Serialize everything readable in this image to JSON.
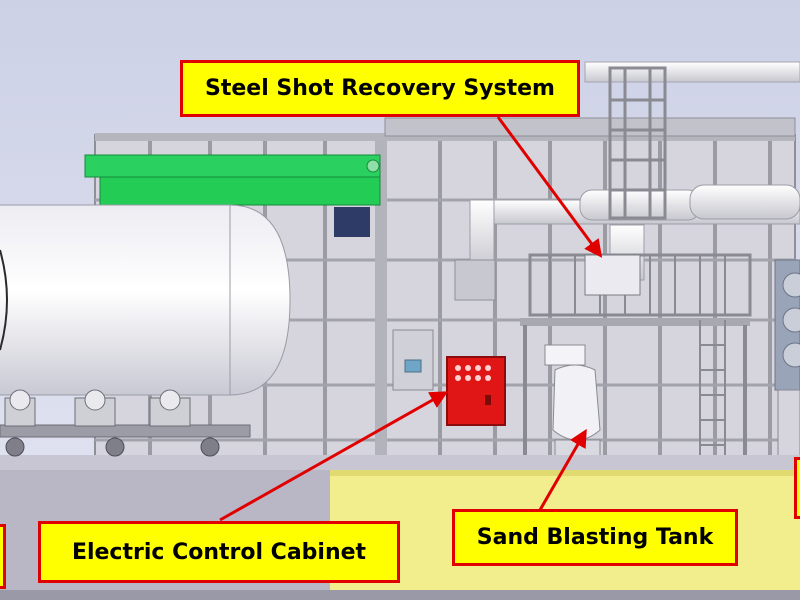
{
  "diagram": {
    "callouts": [
      {
        "id": "steel-shot",
        "text": "Steel Shot Recovery System"
      },
      {
        "id": "electric",
        "text": "Electric Control Cabinet"
      },
      {
        "id": "sand",
        "text": "Sand Blasting Tank"
      }
    ],
    "colors": {
      "background_top": "#cdd1e6",
      "background_bottom": "#e4e6f2",
      "pit": "#b9b7c6",
      "pit_yellow": "#f3ee8d",
      "frame": "#9b9ba3",
      "panel": "#d6d4dc",
      "cabinet_red": "#e01515",
      "callout_fill": "#ffff00",
      "callout_border": "#e00000",
      "arrow": "#e00000",
      "roller_green": "#22cc55"
    }
  }
}
